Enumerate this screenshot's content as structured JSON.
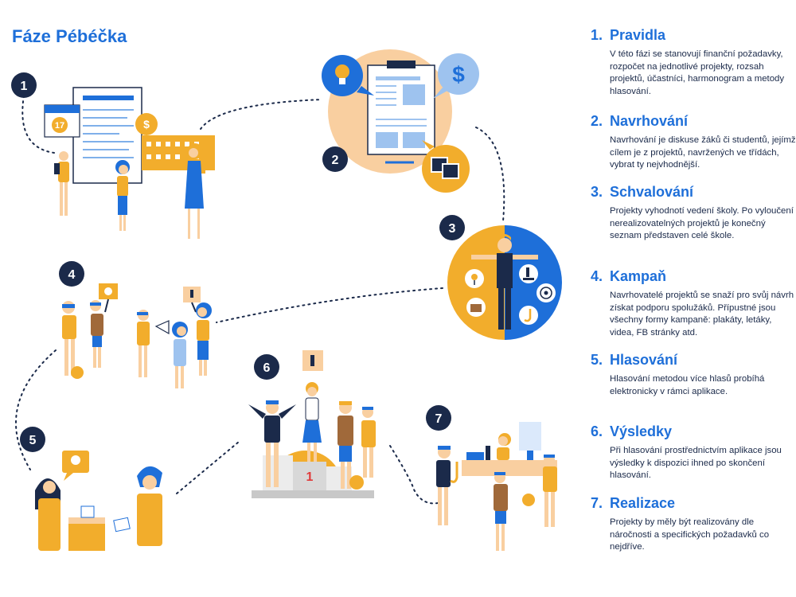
{
  "title": "Fáze Pébéčka",
  "colors": {
    "accent": "#1e6fd9",
    "navy": "#1b2a4a",
    "orange": "#f2ad2c",
    "peach": "#f9cfa0"
  },
  "scene": {
    "markers": [
      "1",
      "2",
      "3",
      "4",
      "5",
      "6",
      "7"
    ],
    "calendar_day": "17",
    "podium_place": "1",
    "icons": [
      "dollar-bag-icon",
      "lightbulb-icon",
      "dollar-icon",
      "photo-icon",
      "microscope-icon",
      "flower-icon",
      "briefcase-icon",
      "football-icon",
      "saxophone-icon"
    ]
  },
  "steps": [
    {
      "num": "1.",
      "title": "Pravidla",
      "desc": "V této fázi se stanovují finanční požadavky, rozpočet na jednotlivé projekty, rozsah projektů, účastníci, harmonogram a metody hlasování."
    },
    {
      "num": "2.",
      "title": "Navrhování",
      "desc": "Navrhování je diskuse žáků či studentů, jejímž cílem je z projektů, navržených ve třídách, vybrat ty nejvhodnější."
    },
    {
      "num": "3.",
      "title": "Schvalování",
      "desc": "Projekty vyhodnotí vedení školy. Po vyloučení nerealizovatelných projektů je konečný seznam představen celé škole."
    },
    {
      "num": "4.",
      "title": "Kampaň",
      "desc": "Navrhovatelé projektů se snaží pro svůj návrh získat podporu spolužáků. Přípustné jsou všechny formy kampaně: plakáty, letáky, videa, FB stránky atd."
    },
    {
      "num": "5.",
      "title": "Hlasování",
      "desc": "Hlasování metodou více hlasů probíhá elektronicky v rámci aplikace."
    },
    {
      "num": "6.",
      "title": "Výsledky",
      "desc": "Při hlasování prostřednictvím aplikace jsou výsledky k dispozici ihned po skončení hlasování."
    },
    {
      "num": "7.",
      "title": "Realizace",
      "desc": "Projekty by měly být realizovány dle náročnosti a specifických požadavků co nejdříve."
    }
  ]
}
